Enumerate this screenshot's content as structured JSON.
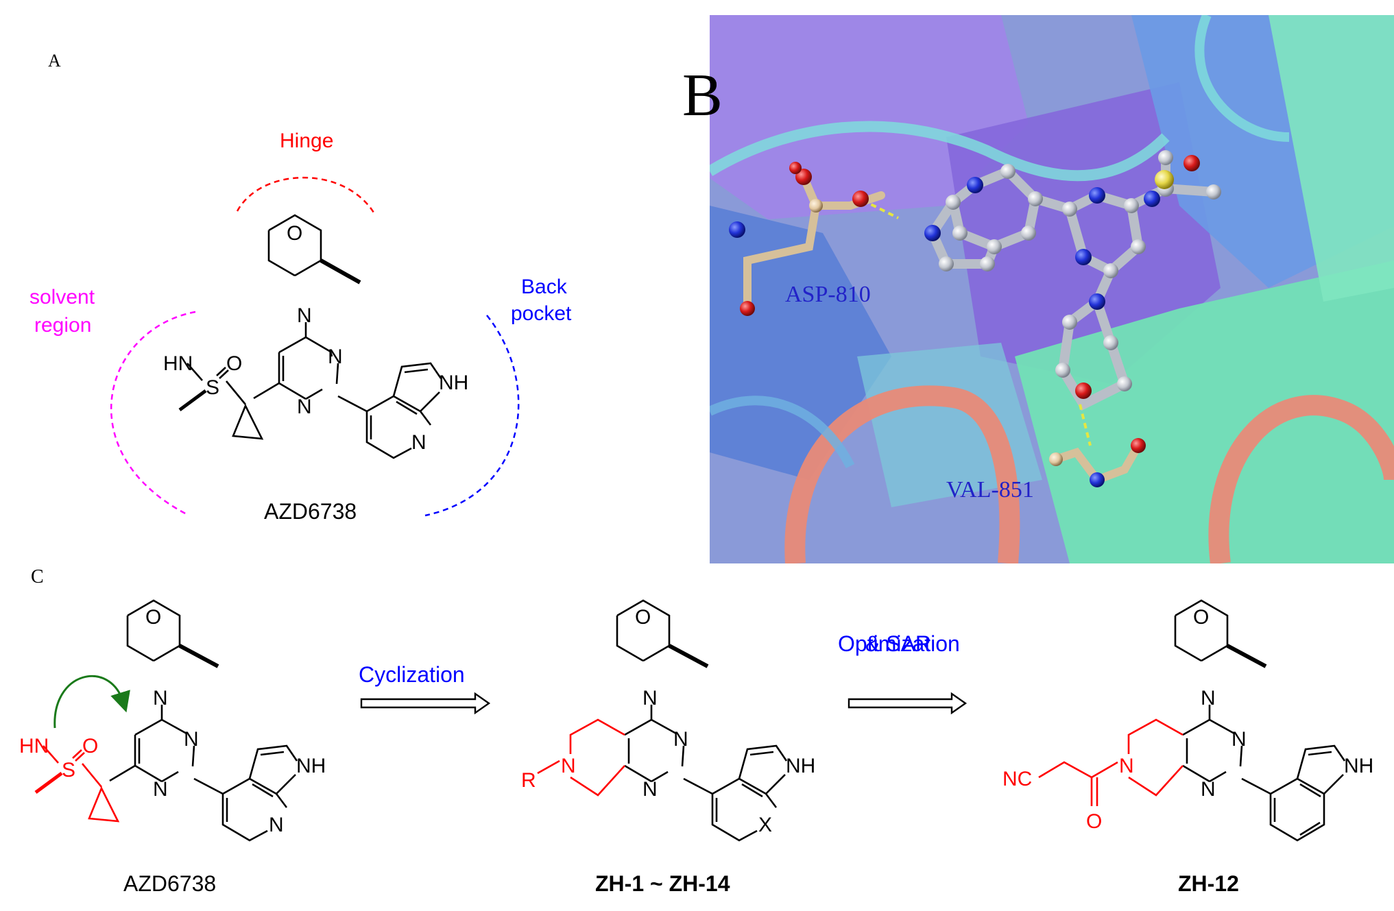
{
  "panel_a": {
    "label": "A",
    "regions": {
      "hinge": "Hinge",
      "solvent_line1": "solvent",
      "solvent_line2": "region",
      "back_line1": "Back",
      "back_line2": "pocket"
    },
    "compound_name": "AZD6738",
    "colors": {
      "hinge": "#ff0000",
      "solvent": "#ff00ff",
      "back": "#0000ff",
      "bond": "#000000"
    }
  },
  "panel_b": {
    "label": "B",
    "residues": [
      "ASP-810",
      "VAL-851"
    ],
    "colors": {
      "helix_purple": "#8a6fe6",
      "helix_blue": "#5c8de0",
      "helix_green": "#6fe0b8",
      "loop_cyan": "#6fd4d8",
      "loop_salmon": "#e88a78",
      "ligand": "#c8ccd4",
      "nitrogen": "#1f2fd0",
      "oxygen": "#d01f1f",
      "sulfur": "#e6d84a",
      "residue_carbon": "#e2c8a0",
      "hbond": "#e6e640",
      "residue_label": "#2020c0"
    }
  },
  "panel_c": {
    "label": "C",
    "step1": "Cyclization",
    "step2_line1": "Optimization",
    "step2_line2": "& SAR",
    "compounds": [
      "AZD6738",
      "ZH-1 ~ ZH-14",
      "ZH-12"
    ],
    "colors": {
      "modified": "#ff0000",
      "arrow_curve": "#1a7a1a",
      "step_text": "#0000ff"
    }
  },
  "atoms": {
    "O": "O",
    "N": "N",
    "NH": "NH",
    "HN": "HN",
    "S": "S",
    "R": "R",
    "X": "X",
    "NC": "NC"
  }
}
